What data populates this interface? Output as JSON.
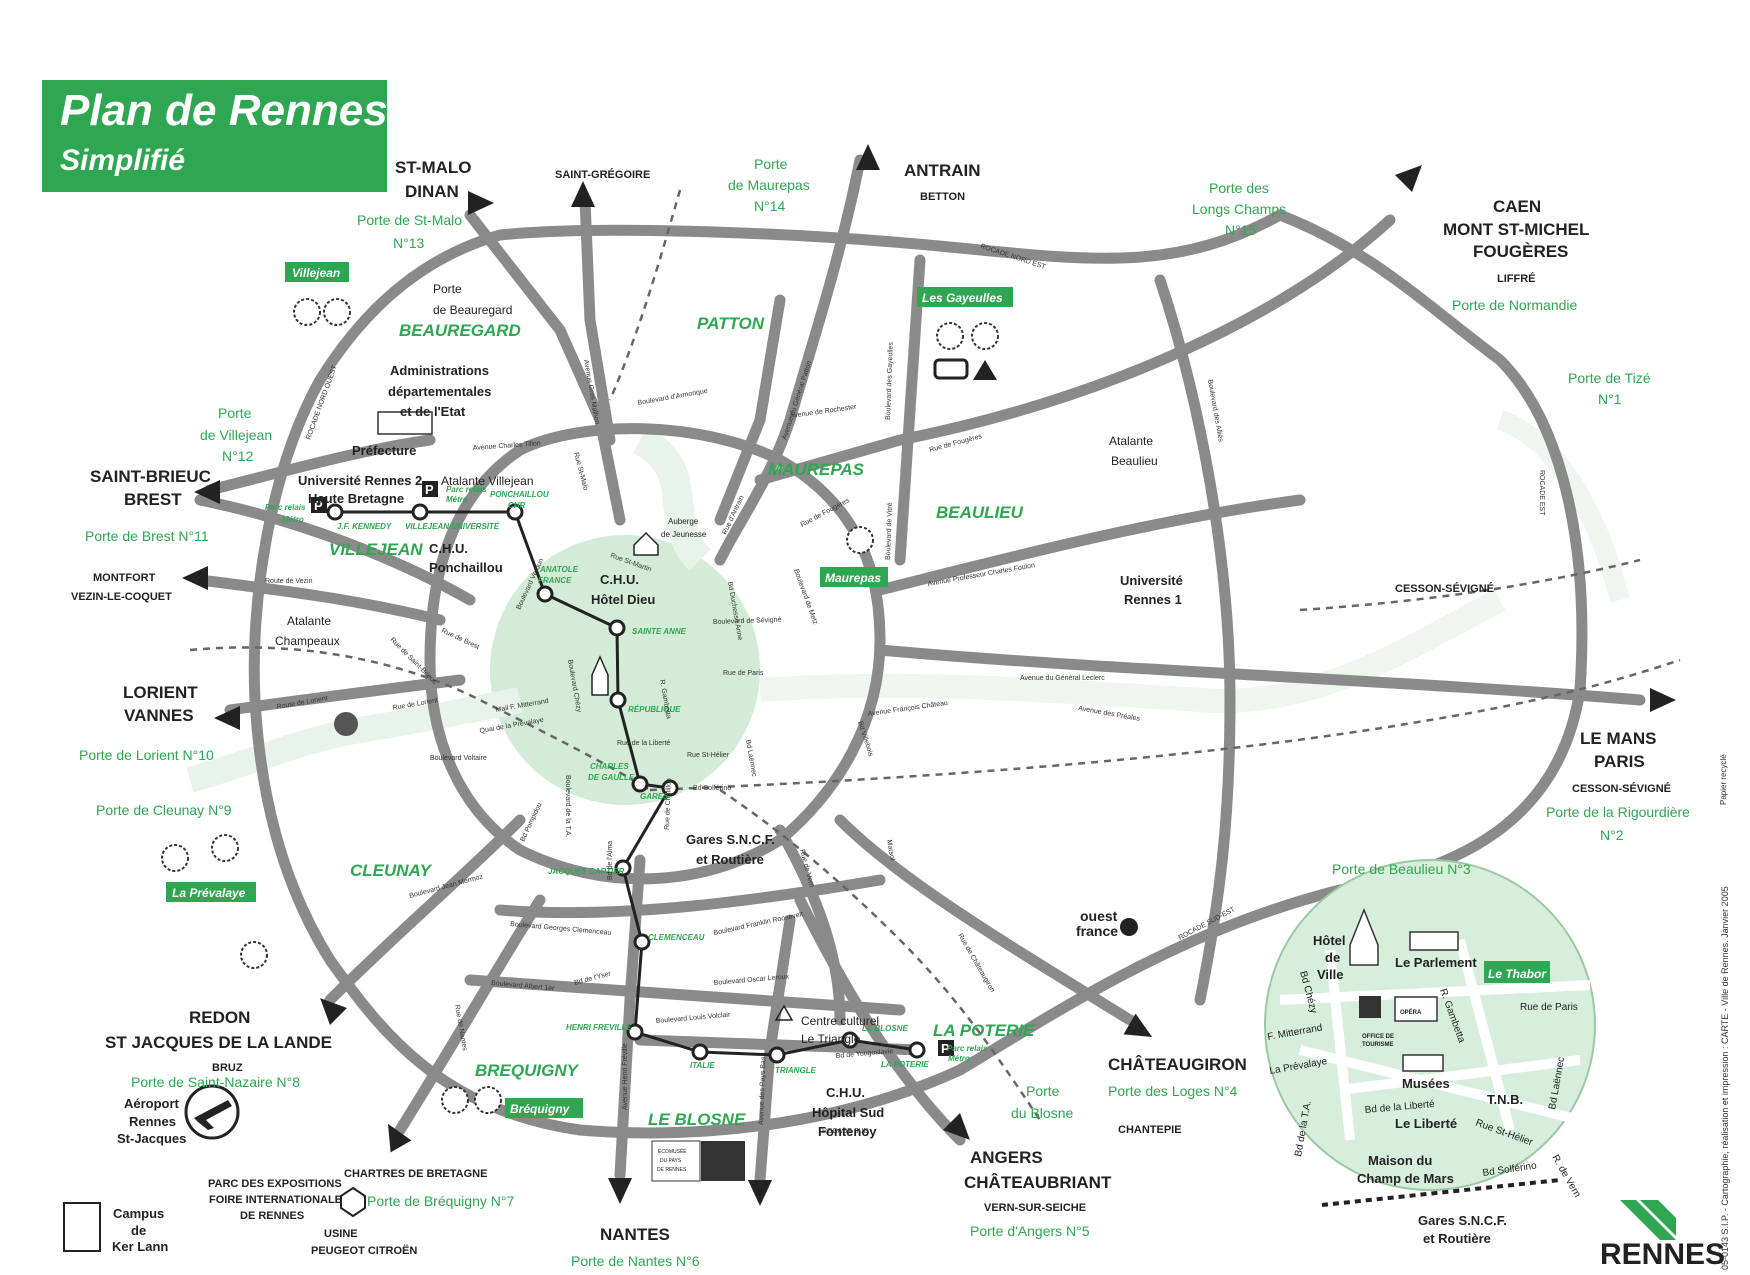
{
  "title": "Plan de Rennes",
  "subtitle": "Simplifié",
  "colors": {
    "green": "#2fa651",
    "light_green": "#cfe9d3",
    "road_stroke": "#8a8a8a",
    "metro": "#222222"
  },
  "labels": [
    {
      "id": "st-malo",
      "text": "ST-MALO",
      "style": "city"
    },
    {
      "id": "dinan",
      "text": "DINAN",
      "style": "city"
    },
    {
      "id": "porte-st-malo",
      "text": "Porte de St-Malo",
      "style": "porte"
    },
    {
      "id": "n13",
      "text": "N°13",
      "style": "porte"
    },
    {
      "id": "saint-gregoire",
      "text": "SAINT-GRÉGOIRE",
      "style": "town"
    },
    {
      "id": "porte-maurepas-1",
      "text": "Porte",
      "style": "porte"
    },
    {
      "id": "porte-maurepas-2",
      "text": "de Maurepas",
      "style": "porte"
    },
    {
      "id": "n14",
      "text": "N°14",
      "style": "porte"
    },
    {
      "id": "antrain",
      "text": "ANTRAIN",
      "style": "city"
    },
    {
      "id": "betton",
      "text": "BETTON",
      "style": "town"
    },
    {
      "id": "porte-longs-champs-1",
      "text": "Porte des",
      "style": "porte"
    },
    {
      "id": "porte-longs-champs-2",
      "text": "Longs Champs",
      "style": "porte"
    },
    {
      "id": "n15",
      "text": "N°15",
      "style": "porte"
    },
    {
      "id": "caen",
      "text": "CAEN",
      "style": "city"
    },
    {
      "id": "mont-st-michel",
      "text": "MONT ST-MICHEL",
      "style": "city"
    },
    {
      "id": "fougeres",
      "text": "FOUGÈRES",
      "style": "city"
    },
    {
      "id": "liffre",
      "text": "LIFFRÉ",
      "style": "town"
    },
    {
      "id": "porte-normandie",
      "text": "Porte de Normandie",
      "style": "porte"
    },
    {
      "id": "porte-tize",
      "text": "Porte de Tizé",
      "style": "porte"
    },
    {
      "id": "n1",
      "text": "N°1",
      "style": "porte"
    },
    {
      "id": "porte-beauregard-1",
      "text": "Porte",
      "style": "place"
    },
    {
      "id": "porte-beauregard-2",
      "text": "de Beauregard",
      "style": "place"
    },
    {
      "id": "beauregard",
      "text": "BEAUREGARD",
      "style": "district"
    },
    {
      "id": "patton",
      "text": "PATTON",
      "style": "district"
    },
    {
      "id": "admin-1",
      "text": "Administrations",
      "style": "place-bold"
    },
    {
      "id": "admin-2",
      "text": "départementales",
      "style": "place-bold"
    },
    {
      "id": "admin-3",
      "text": "et de l'Etat",
      "style": "place-bold"
    },
    {
      "id": "prefecture",
      "text": "Préfecture",
      "style": "place-bold"
    },
    {
      "id": "porte-villejean-1",
      "text": "Porte",
      "style": "porte"
    },
    {
      "id": "porte-villejean-2",
      "text": "de Villejean",
      "style": "porte"
    },
    {
      "id": "n12",
      "text": "N°12",
      "style": "porte"
    },
    {
      "id": "saint-brieuc",
      "text": "SAINT-BRIEUC",
      "style": "city"
    },
    {
      "id": "brest",
      "text": "BREST",
      "style": "city"
    },
    {
      "id": "porte-brest",
      "text": "Porte de Brest  N°11",
      "style": "porte"
    },
    {
      "id": "univ-rennes2-1",
      "text": "Université Rennes 2 -",
      "style": "place-bold"
    },
    {
      "id": "univ-rennes2-2",
      "text": "Haute Bretagne",
      "style": "place-bold"
    },
    {
      "id": "atalante-villejean",
      "text": "Atalante Villejean",
      "style": "place"
    },
    {
      "id": "villejean",
      "text": "VILLEJEAN",
      "style": "district"
    },
    {
      "id": "chu-ponchaillou-1",
      "text": "C.H.U.",
      "style": "place-bold"
    },
    {
      "id": "chu-ponchaillou-2",
      "text": "Ponchaillou",
      "style": "place-bold"
    },
    {
      "id": "montfort",
      "text": "MONTFORT",
      "style": "town"
    },
    {
      "id": "vezin",
      "text": "VEZIN-LE-COQUET",
      "style": "town"
    },
    {
      "id": "atalante-champeaux-1",
      "text": "Atalante",
      "style": "place"
    },
    {
      "id": "atalante-champeaux-2",
      "text": "Champeaux",
      "style": "place"
    },
    {
      "id": "maurepas",
      "text": "MAUREPAS",
      "style": "district"
    },
    {
      "id": "beaulieu",
      "text": "BEAULIEU",
      "style": "district"
    },
    {
      "id": "atalante-beaulieu-1",
      "text": "Atalante",
      "style": "place"
    },
    {
      "id": "atalante-beaulieu-2",
      "text": "Beaulieu",
      "style": "place"
    },
    {
      "id": "univ-rennes1-1",
      "text": "Université",
      "style": "place-bold"
    },
    {
      "id": "univ-rennes1-2",
      "text": "Rennes 1",
      "style": "place-bold"
    },
    {
      "id": "cesson-1",
      "text": "CESSON-SÉVIGNÉ",
      "style": "town"
    },
    {
      "id": "auberge-1",
      "text": "Auberge",
      "style": "small"
    },
    {
      "id": "auberge-2",
      "text": "de Jeunesse",
      "style": "small"
    },
    {
      "id": "chu-hotel-dieu-1",
      "text": "C.H.U.",
      "style": "place-bold"
    },
    {
      "id": "chu-hotel-dieu-2",
      "text": "Hôtel Dieu",
      "style": "place-bold"
    },
    {
      "id": "lorient",
      "text": "LORIENT",
      "style": "city"
    },
    {
      "id": "vannes",
      "text": "VANNES",
      "style": "city"
    },
    {
      "id": "porte-lorient",
      "text": "Porte de Lorient  N°10",
      "style": "porte"
    },
    {
      "id": "le-mans",
      "text": "LE MANS",
      "style": "city"
    },
    {
      "id": "paris",
      "text": "PARIS",
      "style": "city"
    },
    {
      "id": "cesson-2",
      "text": "CESSON-SÉVIGNÉ",
      "style": "town"
    },
    {
      "id": "porte-rigourdiere",
      "text": "Porte de la Rigourdière",
      "style": "porte"
    },
    {
      "id": "n2",
      "text": "N°2",
      "style": "porte"
    },
    {
      "id": "porte-cleunay",
      "text": "Porte de Cleunay N°9",
      "style": "porte"
    },
    {
      "id": "gares-1",
      "text": "Gares S.N.C.F.",
      "style": "place-bold"
    },
    {
      "id": "gares-2",
      "text": "et Routière",
      "style": "place-bold"
    },
    {
      "id": "cleunay",
      "text": "CLEUNAY",
      "style": "district"
    },
    {
      "id": "porte-beaulieu",
      "text": "Porte de Beaulieu N°3",
      "style": "porte"
    },
    {
      "id": "ouest-france-1",
      "text": "ouest",
      "style": "logo"
    },
    {
      "id": "ouest-france-2",
      "text": "france",
      "style": "logo"
    },
    {
      "id": "redon",
      "text": "REDON",
      "style": "city"
    },
    {
      "id": "st-jacques",
      "text": "ST JACQUES DE LA LANDE",
      "style": "city"
    },
    {
      "id": "bruz",
      "text": "BRUZ",
      "style": "town"
    },
    {
      "id": "porte-st-nazaire",
      "text": "Porte de Saint-Nazaire N°8",
      "style": "porte"
    },
    {
      "id": "centre-culturel-1",
      "text": "Centre culturel",
      "style": "place"
    },
    {
      "id": "centre-culturel-2",
      "text": "Le Triangle",
      "style": "place"
    },
    {
      "id": "la-poterie",
      "text": "LA POTERIE",
      "style": "district"
    },
    {
      "id": "chateaugiron",
      "text": "CHÂTEAUGIRON",
      "style": "city"
    },
    {
      "id": "porte-loges",
      "text": "Porte des Loges N°4",
      "style": "porte"
    },
    {
      "id": "chantepie",
      "text": "CHANTEPIE",
      "style": "town"
    },
    {
      "id": "brequigny",
      "text": "BREQUIGNY",
      "style": "district"
    },
    {
      "id": "le-blosne",
      "text": "LE BLOSNE",
      "style": "district"
    },
    {
      "id": "chu-sud-1",
      "text": "C.H.U.",
      "style": "place-bold"
    },
    {
      "id": "chu-sud-2",
      "text": "Hôpital Sud",
      "style": "place-bold"
    },
    {
      "id": "chu-sud-3",
      "text": "Fontenoy",
      "style": "place-bold"
    },
    {
      "id": "porte-blosne-1",
      "text": "Porte",
      "style": "porte"
    },
    {
      "id": "porte-blosne-2",
      "text": "du Blosne",
      "style": "porte"
    },
    {
      "id": "aeroport-1",
      "text": "Aéroport",
      "style": "place-bold"
    },
    {
      "id": "aeroport-2",
      "text": "Rennes",
      "style": "place-bold"
    },
    {
      "id": "aeroport-3",
      "text": "St-Jacques",
      "style": "place-bold"
    },
    {
      "id": "parc-expo-1",
      "text": "PARC DES EXPOSITIONS",
      "style": "town"
    },
    {
      "id": "parc-expo-2",
      "text": "FOIRE INTERNATIONALE",
      "style": "town"
    },
    {
      "id": "parc-expo-3",
      "text": "DE RENNES",
      "style": "town"
    },
    {
      "id": "chartres",
      "text": "CHARTRES DE BRETAGNE",
      "style": "town"
    },
    {
      "id": "porte-brequigny",
      "text": "Porte de Bréquigny N°7",
      "style": "porte"
    },
    {
      "id": "angers",
      "text": "ANGERS",
      "style": "city"
    },
    {
      "id": "chateaubriant",
      "text": "CHÂTEAUBRIANT",
      "style": "city"
    },
    {
      "id": "vern",
      "text": "VERN-SUR-SEICHE",
      "style": "town"
    },
    {
      "id": "porte-angers",
      "text": "Porte d'Angers  N°5",
      "style": "porte"
    },
    {
      "id": "nantes",
      "text": "NANTES",
      "style": "city"
    },
    {
      "id": "porte-nantes",
      "text": "Porte de Nantes  N°6",
      "style": "porte"
    },
    {
      "id": "campus-1",
      "text": "Campus",
      "style": "place-bold"
    },
    {
      "id": "campus-2",
      "text": "de",
      "style": "place-bold"
    },
    {
      "id": "campus-3",
      "text": "Ker Lann",
      "style": "place-bold"
    },
    {
      "id": "usine-1",
      "text": "USINE",
      "style": "town"
    },
    {
      "id": "usine-2",
      "text": "PEUGEOT CITROËN",
      "style": "town"
    },
    {
      "id": "ecomusee-1",
      "text": "ÉCOMUSÉE",
      "style": "tiny"
    },
    {
      "id": "ecomusee-2",
      "text": "DU PAYS",
      "style": "tiny"
    },
    {
      "id": "ecomusee-3",
      "text": "DE RENNES",
      "style": "tiny"
    }
  ],
  "green_boxes": [
    {
      "id": "villejean-box",
      "text": "Villejean"
    },
    {
      "id": "gayeulles-box",
      "text": "Les Gayeulles"
    },
    {
      "id": "maurepas-box",
      "text": "Maurepas"
    },
    {
      "id": "prevalaye-box",
      "text": "La Prévalaye"
    },
    {
      "id": "brequigny-box",
      "text": "Bréquigny"
    }
  ],
  "metro_stations": [
    {
      "id": "st-jfk",
      "text": "J.F. KENNEDY"
    },
    {
      "id": "st-villejean",
      "text": "VILLEJEAN  UNIVERSITÉ"
    },
    {
      "id": "st-ponchaillou-1",
      "text": "PONCHAILLOU"
    },
    {
      "id": "st-ponchaillou-2",
      "text": "CHR"
    },
    {
      "id": "st-anatole-1",
      "text": "ANATOLE"
    },
    {
      "id": "st-anatole-2",
      "text": "FRANCE"
    },
    {
      "id": "st-sainte-anne",
      "text": "SAINTE ANNE"
    },
    {
      "id": "st-republique",
      "text": "RÉPUBLIQUE"
    },
    {
      "id": "st-cdg-1",
      "text": "CHARLES"
    },
    {
      "id": "st-cdg-2",
      "text": "DE GAULLE"
    },
    {
      "id": "st-gares",
      "text": "GARES"
    },
    {
      "id": "st-jacques-cartier",
      "text": "JACQUES CARTIER"
    },
    {
      "id": "st-clemenceau",
      "text": "CLEMENCEAU"
    },
    {
      "id": "st-henri-freville",
      "text": "HENRI FREVILLE"
    },
    {
      "id": "st-italie",
      "text": "ITALIE"
    },
    {
      "id": "st-triangle",
      "text": "TRIANGLE"
    },
    {
      "id": "st-le-blosne",
      "text": "LE BLOSNE"
    },
    {
      "id": "st-la-poterie",
      "text": "LA POTERIE"
    },
    {
      "id": "parc-relais-1",
      "text": "Parc relais"
    },
    {
      "id": "parc-relais-2",
      "text": "Métro"
    },
    {
      "id": "parc-relais-3",
      "text": "Parc relais"
    },
    {
      "id": "parc-relais-4",
      "text": "Métro"
    },
    {
      "id": "parc-relais-5",
      "text": "Parc relais"
    },
    {
      "id": "parc-relais-6",
      "text": "Métro"
    }
  ],
  "streets": [
    {
      "id": "rocade-nord-est",
      "text": "ROCADE NORD EST"
    },
    {
      "id": "rocade-nord-ouest",
      "text": "ROCADE NORD OUEST"
    },
    {
      "id": "rocade-est",
      "text": "ROCADE EST"
    },
    {
      "id": "rocade-sud-est",
      "text": "ROCADE SUD-EST"
    },
    {
      "id": "rocade-sud",
      "text": "ROCADE SUD"
    },
    {
      "id": "av-gros-malhon",
      "text": "Avenue Gros Malhon"
    },
    {
      "id": "rue-st-malo",
      "text": "Rue St-Malo"
    },
    {
      "id": "bd-armorique",
      "text": "Boulevard d'Armorique"
    },
    {
      "id": "av-gen-patton",
      "text": "Avenue du Général Patton"
    },
    {
      "id": "bd-gayeulles",
      "text": "Boulevard des Gayeulles"
    },
    {
      "id": "av-rochester",
      "text": "Avenue de Rochester"
    },
    {
      "id": "rue-fougeres-1",
      "text": "Rue de Fougères"
    },
    {
      "id": "rue-fougeres-2",
      "text": "Rue de Fougères"
    },
    {
      "id": "bd-alliés",
      "text": "Boulevard des Alliés"
    },
    {
      "id": "av-charles-tillon",
      "text": "Avenue Charles Tillon"
    },
    {
      "id": "bd-verdun",
      "text": "Boulevard Verdun"
    },
    {
      "id": "rue-antrain",
      "text": "Rue d'Antrain"
    },
    {
      "id": "bd-vitre",
      "text": "Boulevard de Vitré"
    },
    {
      "id": "bd-duchesse-anne",
      "text": "Bd Duchesse Anne"
    },
    {
      "id": "bd-metz",
      "text": "Boulevard de Metz"
    },
    {
      "id": "av-charles-foulon",
      "text": "Avenue Professeur Charles Foulon"
    },
    {
      "id": "rue-st-martin",
      "text": "Rue St-Martin"
    },
    {
      "id": "route-vezin",
      "text": "Route de Vezin"
    },
    {
      "id": "rue-brest",
      "text": "Rue de Brest"
    },
    {
      "id": "bd-sevigne",
      "text": "Boulevard de Sévigné"
    },
    {
      "id": "rue-st-brieuc",
      "text": "Rue de Saint-Brieuc"
    },
    {
      "id": "rue-paris",
      "text": "Rue de Paris"
    },
    {
      "id": "av-leclerc",
      "text": "Avenue du Général Leclerc"
    },
    {
      "id": "av-chateau",
      "text": "Avenue François Château"
    },
    {
      "id": "av-preales",
      "text": "Avenue des Préales"
    },
    {
      "id": "mail-mitterrand",
      "text": "Mail F. Mitterrand"
    },
    {
      "id": "quai-prevalaye",
      "text": "Quai de la Prévalaye"
    },
    {
      "id": "route-lorient",
      "text": "Route de Lorient"
    },
    {
      "id": "rue-lorient",
      "text": "Rue de Lorient"
    },
    {
      "id": "bd-voltaire",
      "text": "Boulevard Voltaire"
    },
    {
      "id": "bd-chezy",
      "text": "Boulevard Chézy"
    },
    {
      "id": "r-gambetta",
      "text": "R. Gambetta"
    },
    {
      "id": "rue-liberte",
      "text": "Rue de la Liberté"
    },
    {
      "id": "rue-st-helier",
      "text": "Rue St-Hélier"
    },
    {
      "id": "bd-laennec",
      "text": "Bd Laënnec"
    },
    {
      "id": "bd-vitre-2",
      "text": "Bd Villebois"
    },
    {
      "id": "bd-solferino",
      "text": "Bd Solférino"
    },
    {
      "id": "bd-ta",
      "text": "Boulevard de la T.A."
    },
    {
      "id": "bd-pompidou",
      "text": "Bd Pompidou"
    },
    {
      "id": "rue-chatillon",
      "text": "Rue de Châtillon"
    },
    {
      "id": "bd-alma",
      "text": "Bd de l'Alma"
    },
    {
      "id": "rue-vern",
      "text": "Rue de Vern"
    },
    {
      "id": "bd-jean-mermoz",
      "text": "Boulevard Jean Mermoz"
    },
    {
      "id": "bd-clemenceau",
      "text": "Boulevard Georges Clemenceau"
    },
    {
      "id": "bd-roosevelt",
      "text": "Boulevard Franklin Roosevelt"
    },
    {
      "id": "rue-chateaugiron",
      "text": "Rue de Châteaugiron"
    },
    {
      "id": "bd-yser",
      "text": "Bd de l'Yser"
    },
    {
      "id": "bd-albert",
      "text": "Boulevard Albert 1er"
    },
    {
      "id": "bd-oscar-leroux",
      "text": "Boulevard Oscar Leroux"
    },
    {
      "id": "bd-louis-volclair",
      "text": "Boulevard Louis Volclair"
    },
    {
      "id": "av-yougoslavie",
      "text": "Bd de Yougoslavie"
    },
    {
      "id": "rue-nantes",
      "text": "Rue de Nantes"
    },
    {
      "id": "av-henri-freville",
      "text": "Avenue Henri Fréville"
    },
    {
      "id": "av-pays-bas",
      "text": "Avenue des Pays Bas"
    },
    {
      "id": "marsol",
      "text": "Marsol"
    }
  ],
  "inset": {
    "hotel-de-ville-1": "Hôtel",
    "hotel-de-ville-2": "de",
    "hotel-de-ville-3": "Ville",
    "parlement": "Le Parlement",
    "thabor": "Le Thabor",
    "bd-chezy": "Bd Chézy",
    "r-gambetta": "R. Gambetta",
    "rue-paris": "Rue de Paris",
    "f-mitterrand": "F. Mitterrand",
    "la-prevalaye": "La Prévalaye",
    "office-tourisme-1": "OFFICE DE",
    "office-tourisme-2": "TOURISME",
    "opera": "OPÉRA",
    "musees": "Musées",
    "bd-liberte": "Bd de la Liberté",
    "le-liberte": "Le Liberté",
    "tnb": "T.N.B.",
    "rue-st-helier": "Rue St-Hélier",
    "bd-ta": "Bd de la T.A.",
    "bd-laennec": "Bd Laënnec",
    "r-de-vern": "R. de Vern",
    "maison-champ-mars-1": "Maison du",
    "maison-champ-mars-2": "Champ de Mars",
    "bd-solferino": "Bd Solférino",
    "gares-1": "Gares S.N.C.F.",
    "gares-2": "et Routière"
  },
  "credits": {
    "vertical": "05-0143 S.I.P. - Cartographie, réalisation et impression : CARTE - Ville de Rennes. Janvier 2005",
    "paper": "Papier recyclé",
    "rennes_logo": "RENNES"
  }
}
